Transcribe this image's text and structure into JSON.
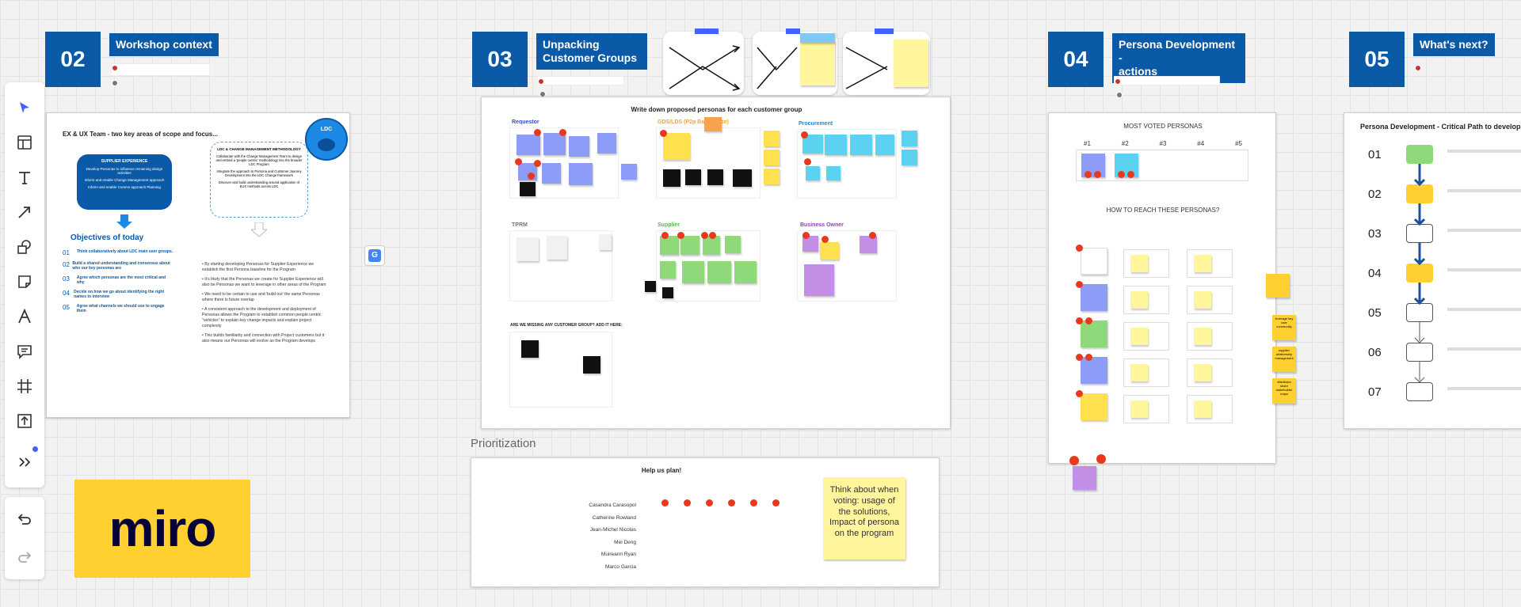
{
  "sections": {
    "s02": {
      "number": "02",
      "title": "Workshop context"
    },
    "s03": {
      "number": "03",
      "title_line1": "Unpacking",
      "title_line2": "Customer Groups"
    },
    "s04": {
      "number": "04",
      "title_line1": "Persona Development -",
      "title_line2": "actions"
    },
    "s05": {
      "number": "05",
      "title": "What's next?"
    }
  },
  "workshop_frame": {
    "heading": "EX & UX Team - two key areas of scope and focus...",
    "ldc_circle": "LDC",
    "supplier_box_title": "SUPPLIER EXPERIENCE",
    "supplier_items": [
      "Develop Personas to influence remaining design activities",
      "Inform and enable Change Management approach",
      "Inform and enable Comms approach Planning"
    ],
    "ldc_box_title": "LDC & CHANGE MANAGEMENT METHODOLOGY",
    "ldc_items": [
      "Collaborate with the Change Management Team to design and embed a 'people centric' methodology into the broader LDC Program",
      "Integrate the approach to Persona and Customer Journey Development into the LDC Change framework",
      "Discover and build understanding around application of EUX methods across LDC"
    ],
    "objectives_title": "Objectives of today",
    "objectives": [
      {
        "n": "01",
        "text": "Think collaboratively about LDC main user groups."
      },
      {
        "n": "02",
        "text": "Build a shared understanding and consensus about who our key personas are"
      },
      {
        "n": "03",
        "text": "Agree which personas are the most critical and why"
      },
      {
        "n": "04",
        "text": "Decide on how we go about identifying the right names to interview"
      },
      {
        "n": "05",
        "text": "Agree what channels we should use to engage them"
      }
    ],
    "bullets": [
      "By starting developing Personas for Supplier Experience we establish the first Persona baseline for the Program",
      "It's likely that the Personas we create for Supplier Experience will also be Personas we want to leverage in other areas of the Program",
      "We need to be certain to use and 'build out' the same Personas where there is future overlap",
      "A consistent approach to the development and deployment of Personas allows the Program to establish common people centric \"vehicles\" to explain key change impacts and explain project complexity",
      "This builds familiarity and connection with Project customers but it also means our Personas will evolve as the Program develops"
    ]
  },
  "logo": {
    "text": "miro",
    "bg": "#ffd02f"
  },
  "customer_frame": {
    "heading": "Write down proposed personas for each customer group",
    "groups": [
      {
        "key": "requestor",
        "label": "Requestor",
        "color": "#3b4cc0"
      },
      {
        "key": "gds",
        "label": "GDS/LDS (P2p Back office)",
        "color": "#f5a623"
      },
      {
        "key": "procurement",
        "label": "Procurement",
        "color": "#1e88e5"
      },
      {
        "key": "tprm",
        "label": "TPRM",
        "color": "#777777"
      },
      {
        "key": "supplier",
        "label": "Supplier",
        "color": "#5cb85c"
      },
      {
        "key": "owner",
        "label": "Business Owner",
        "color": "#8e44ad"
      }
    ],
    "missing_label": "ARE WE MISSING ANY CUSTOMER GROUP? ADD IT HERE:"
  },
  "prioritization": {
    "label": "Prioritization",
    "help_title": "Help us plan!",
    "names": [
      "Casandra Carasopol",
      "Catherine Rowland",
      "Jean-Michel Nicolas",
      "Mei Deng",
      "Muireann Ryan",
      "Marco Garcia"
    ],
    "sticky": "Think about when voting: usage of the solutions, Impact of persona on the program"
  },
  "persona_frame": {
    "voted_title": "MOST VOTED PERSONAS",
    "ranks": [
      "#1",
      "#2",
      "#3",
      "#4",
      "#5"
    ],
    "reach_title": "HOW TO REACH THESE PERSONAS?",
    "stickies_right": [
      "leverage key user community",
      "supplier relationship management",
      "distributor share stakeholder maps"
    ]
  },
  "critical_frame": {
    "title": "Persona Development - Critical Path to development",
    "steps": [
      "01",
      "02",
      "03",
      "04",
      "05",
      "06",
      "07"
    ]
  },
  "colors": {
    "brand_blue": "#0a5aa8",
    "accent_blue": "#4262ff",
    "sticky_yellow": "#fff59d",
    "vote_red": "#e8391f"
  }
}
